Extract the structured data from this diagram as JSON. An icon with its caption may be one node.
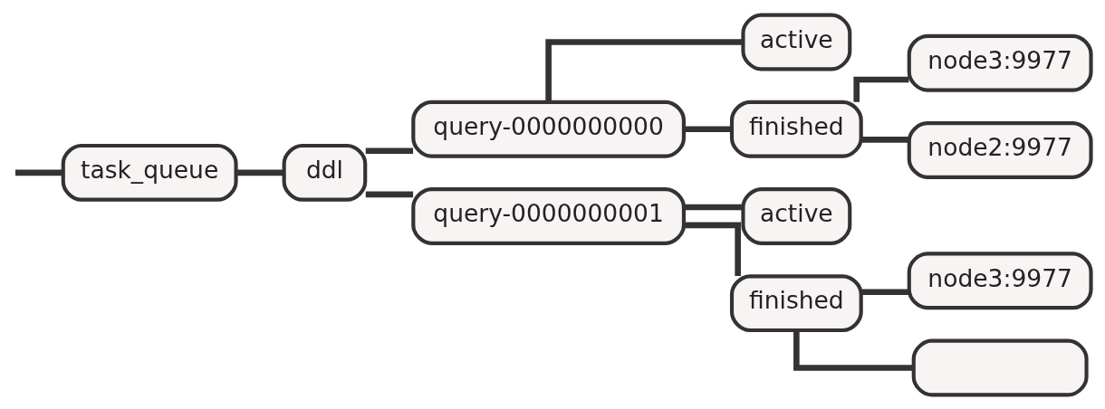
{
  "diagram": {
    "nodes": [
      {
        "text": [
          "task_queue"
        ]
      },
      {
        "text": [
          "ddl"
        ]
      },
      {
        "text": [
          "query-0000000000"
        ]
      },
      {
        "text": [
          "active"
        ]
      },
      {
        "text": [
          "finished"
        ]
      },
      {
        "text": [
          "node3:9977"
        ]
      },
      {
        "text": [
          "node2:9977"
        ]
      },
      {
        "text": [
          "query-0000000001"
        ]
      },
      {
        "text": [
          "active"
        ]
      },
      {
        "text": [
          "finished"
        ]
      },
      {
        "text": [
          "node3:9977"
        ]
      },
      {
        "text": [],
        "shape": "box"
      }
    ],
    "edges": [
      {
        "from": null,
        "to": 0,
        "arrow": "none"
      },
      {
        "from": 0,
        "to": 1,
        "arrow": "none"
      },
      {
        "from": 1,
        "to": 2,
        "arrow": "none"
      },
      {
        "from": 1,
        "to": 7,
        "arrow": "none"
      },
      {
        "from": 2,
        "to": 3,
        "arrow": "none"
      },
      {
        "from": 2,
        "to": 4,
        "arrow": "none"
      },
      {
        "from": 4,
        "to": 5,
        "arrow": "none"
      },
      {
        "from": 4,
        "to": 6,
        "arrow": "none"
      },
      {
        "from": 7,
        "to": 8,
        "arrow": "none"
      },
      {
        "from": 7,
        "to": 9,
        "arrow": "none"
      },
      {
        "from": 9,
        "to": 10,
        "arrow": "none"
      },
      {
        "from": 9,
        "to": 11,
        "arrow": "none"
      }
    ]
  }
}
